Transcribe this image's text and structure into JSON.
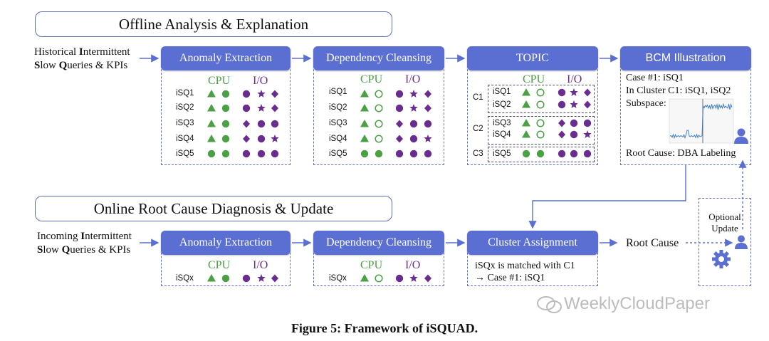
{
  "offline_title": "Offline Analysis & Explanation",
  "online_title": "Online Root Cause Diagnosis & Update",
  "offline_input": {
    "l1_pre": "Historical ",
    "l1_b": "I",
    "l1_post": "ntermittent",
    "l2_b1": "S",
    "l2_m1": "low ",
    "l2_b2": "Q",
    "l2_post": "ueries & KPIs"
  },
  "online_input": {
    "l1_pre": "Incoming ",
    "l1_b": "I",
    "l1_post": "ntermittent",
    "l2_b1": "S",
    "l2_m1": "low ",
    "l2_b2": "Q",
    "l2_post": "ueries & KPIs"
  },
  "headers": {
    "anomaly": "Anomaly Extraction",
    "dependency": "Dependency Cleansing",
    "topic": "TOPIC",
    "bcm": "BCM Illustration",
    "cluster": "Cluster Assignment"
  },
  "cpu_label": "CPU",
  "io_label": "I/O",
  "rows": [
    "iSQ1",
    "iSQ2",
    "iSQ3",
    "iSQ4",
    "iSQ5"
  ],
  "online_row": "iSQx",
  "clusters": [
    "C1",
    "C2",
    "C3"
  ],
  "bcm": {
    "case": "Case #1: iSQ1",
    "in_cluster": "In Cluster C1: iSQ1, iSQ2",
    "subspace": "Subspace:",
    "root_cause": "Root Cause: DBA Labeling"
  },
  "cluster_assign": {
    "line1": "iSQx is matched with C1",
    "line2": "→ Case #1: iSQ1"
  },
  "root_cause_label": "Root Cause",
  "optional_update": {
    "line1": "Optional",
    "line2": "Update"
  },
  "caption": "Figure 5: Framework of iSQUAD.",
  "watermark": "WeeklyCloudPaper",
  "colors": {
    "header": "#5a6fd1",
    "cpu": "#4aa042",
    "io": "#6a2d8f"
  },
  "patterns": {
    "anomaly": [
      [
        "tri",
        "cir",
        "cir",
        "star",
        "dia"
      ],
      [
        "tri",
        "cir",
        "cir",
        "star",
        "dia"
      ],
      [
        "tri",
        "cir",
        "dia",
        "cir",
        "cir"
      ],
      [
        "tri",
        "cir",
        "dia",
        "cir",
        "star"
      ],
      [
        "cir",
        "cir",
        "cir",
        "cir",
        "cir"
      ]
    ],
    "dependency": [
      [
        "tri",
        "ocir",
        "cir",
        "star",
        "dia"
      ],
      [
        "tri",
        "ocir",
        "cir",
        "star",
        "dia"
      ],
      [
        "tri",
        "ocir",
        "dia",
        "cir",
        "cir"
      ],
      [
        "tri",
        "ocir",
        "dia",
        "cir",
        "star"
      ],
      [
        "cir",
        "cir",
        "cir",
        "cir",
        "cir"
      ]
    ],
    "topic": [
      [
        "tri",
        "ocir",
        "cir",
        "star",
        "dia"
      ],
      [
        "tri",
        "ocir",
        "cir",
        "star",
        "dia"
      ],
      [
        "tri",
        "ocir",
        "dia",
        "cir",
        "cir"
      ],
      [
        "tri",
        "ocir",
        "dia",
        "cir",
        "star"
      ],
      [
        "cir",
        "cir",
        "cir",
        "cir",
        "cir"
      ]
    ],
    "online_anomaly": [
      "tri",
      "cir",
      "cir",
      "star",
      "dia"
    ],
    "online_dependency": [
      "tri",
      "ocir",
      "cir",
      "star",
      "dia"
    ]
  }
}
